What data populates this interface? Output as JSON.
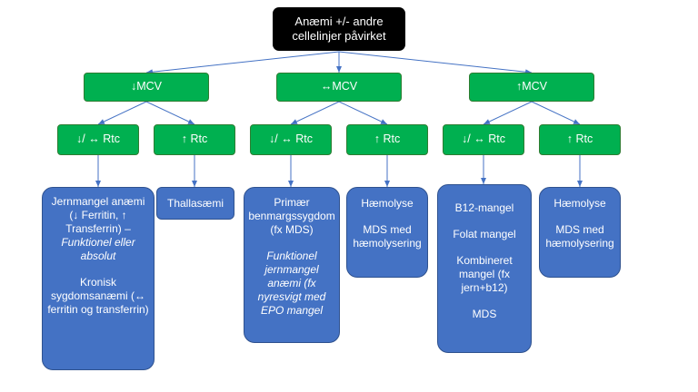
{
  "root": {
    "line1": "Anæmi +/- andre",
    "line2": "cellelinjer påvirket"
  },
  "mcv": {
    "low": "↓MCV",
    "normal": "↔MCV",
    "high": "↑MCV"
  },
  "rtc": {
    "low_normal": "↓/ ↔ Rtc",
    "high": "↑ Rtc"
  },
  "boxes": {
    "b1": {
      "p1": "Jernmangel anæmi (↓ Ferritin, ↑ Transferrin) –",
      "p1_italic": "Funktionel eller absolut",
      "p2": "Kronisk sygdomsanæmi (↔ ferritin og transferrin)"
    },
    "b2": {
      "p1": "Thallasæmi"
    },
    "b3": {
      "p1": "Primær benmargssygdom (fx MDS)",
      "p2": "Funktionel jernmangel anæmi (fx nyresvigt med EPO mangel"
    },
    "b4": {
      "p1": "Hæmolyse",
      "p2": "MDS med hæmolysering"
    },
    "b5": {
      "p1": "B12-mangel",
      "p2": "Folat mangel",
      "p3": "Kombineret mangel (fx jern+b12)",
      "p4": "MDS"
    },
    "b6": {
      "p1": "Hæmolyse",
      "p2": "MDS med hæmolysering"
    }
  },
  "colors": {
    "root": "#000000",
    "green": "#00b050",
    "blue": "#4472c4",
    "connector": "#4472c4"
  }
}
